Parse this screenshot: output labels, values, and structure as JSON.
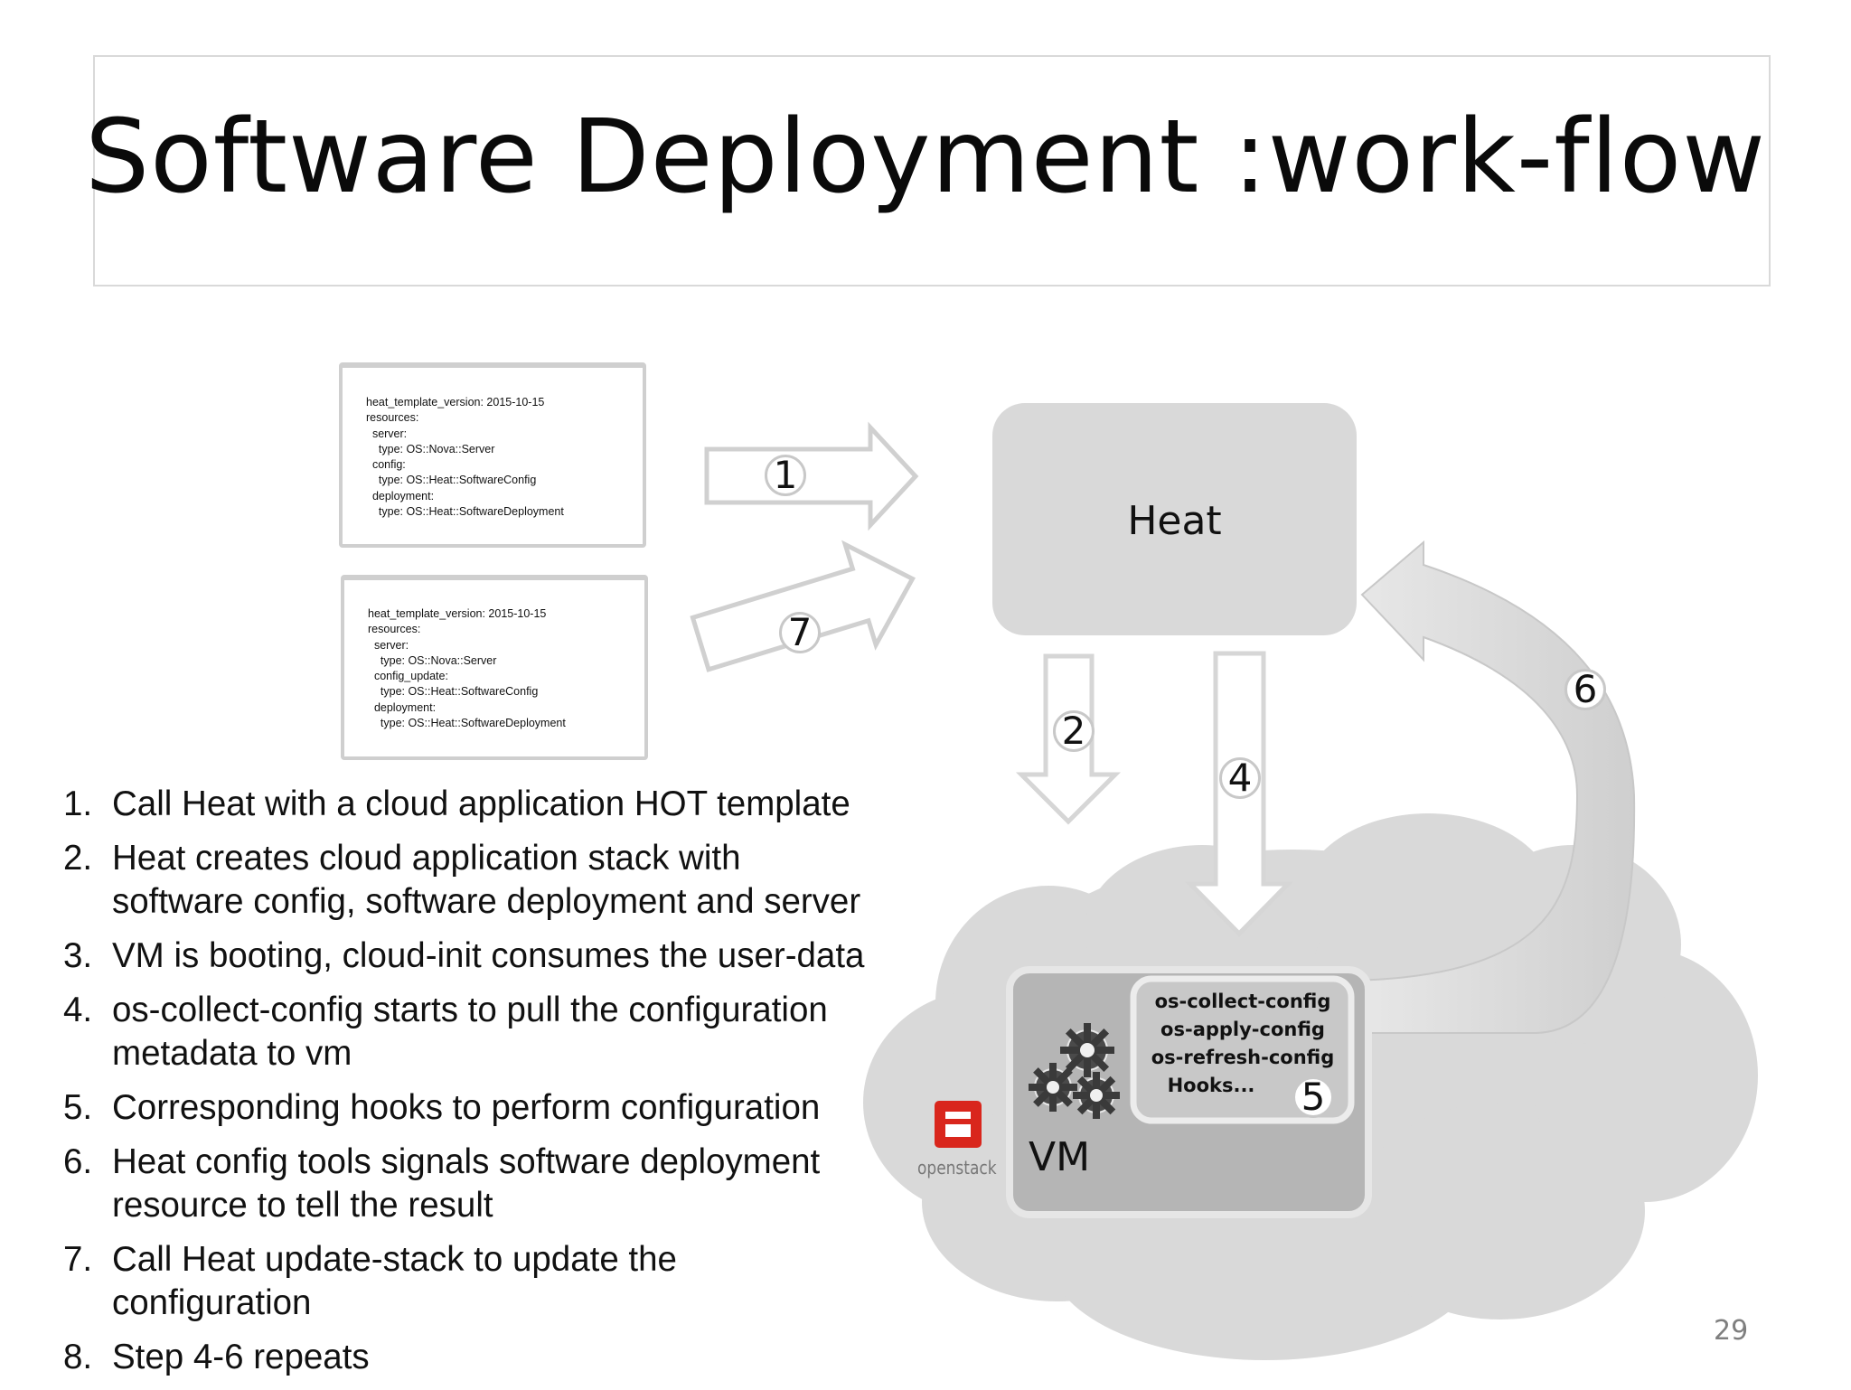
{
  "title": "Software Deployment :work-flow",
  "templates": [
    {
      "lines": [
        "heat_template_version: 2015-10-15",
        "resources:",
        "  server:",
        "    type: OS::Nova::Server",
        "  config:",
        "    type: OS::Heat::SoftwareConfig",
        "  deployment:",
        "    type: OS::Heat::SoftwareDeployment"
      ]
    },
    {
      "lines": [
        "heat_template_version: 2015-10-15",
        "resources:",
        "  server:",
        "    type: OS::Nova::Server",
        "  config_update:",
        "    type: OS::Heat::SoftwareConfig",
        "  deployment:",
        "    type: OS::Heat::SoftwareDeployment"
      ]
    }
  ],
  "diagram": {
    "heat_label": "Heat",
    "vm_label": "VM",
    "tools": [
      "os-collect-config",
      "os-apply-config",
      "os-refresh-config",
      "Hooks..."
    ],
    "logo_text": "openstack",
    "badges": [
      "1",
      "2",
      "4",
      "5",
      "6",
      "7"
    ]
  },
  "steps": [
    {
      "num": "1.",
      "lines": [
        "Call Heat with a cloud application HOT template"
      ]
    },
    {
      "num": "2.",
      "lines": [
        "Heat creates cloud application stack with",
        "software config, software deployment and server"
      ]
    },
    {
      "num": "3.",
      "lines": [
        "VM is booting, cloud-init consumes the user-data"
      ]
    },
    {
      "num": "4.",
      "lines": [
        "os-collect-config starts to pull the configuration",
        "metadata to vm"
      ]
    },
    {
      "num": "5.",
      "lines": [
        "Corresponding hooks to perform configuration"
      ]
    },
    {
      "num": "6.",
      "lines": [
        "Heat config tools signals software deployment",
        "resource to tell the result"
      ]
    },
    {
      "num": "7.",
      "lines": [
        "Call Heat update-stack to update the",
        "configuration"
      ]
    },
    {
      "num": "8.",
      "lines": [
        "Step 4-6 repeats"
      ]
    }
  ],
  "page_number": "29",
  "colors": {
    "heat_box": "#d9d9d9",
    "cloud": "#d9d9d9",
    "vm_box": "#b3b3b3",
    "arrow_fill": "#ffffff",
    "arrow_stroke": "#d0d0d0",
    "logo_red": "#d9261c"
  }
}
